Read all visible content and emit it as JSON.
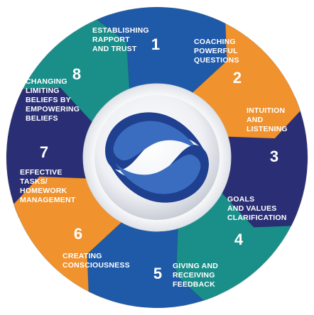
{
  "diagram": {
    "segments": [
      {
        "number": "1",
        "lines": [
          "ESTABLISHING",
          "RAPPORT",
          "AND TRUST"
        ],
        "color": "#1f5aa8"
      },
      {
        "number": "2",
        "lines": [
          "COACHING",
          "POWERFUL",
          "QUESTIONS"
        ],
        "color": "#f0922e"
      },
      {
        "number": "3",
        "lines": [
          "INTUITION",
          "AND",
          "LISTENING"
        ],
        "color": "#2a2f75"
      },
      {
        "number": "4",
        "lines": [
          "GOALS",
          "AND VALUES",
          "CLARIFICATION"
        ],
        "color": "#1a8f8a"
      },
      {
        "number": "5",
        "lines": [
          "GIVING AND",
          "RECEIVING",
          "FEEDBACK"
        ],
        "color": "#1f5aa8"
      },
      {
        "number": "6",
        "lines": [
          "CREATING",
          "CONSCIOUSNESS"
        ],
        "color": "#f0922e"
      },
      {
        "number": "7",
        "lines": [
          "EFFECTIVE",
          "TASKS/",
          "HOMEWORK",
          "MANAGEMENT"
        ],
        "color": "#2a2f75"
      },
      {
        "number": "8",
        "lines": [
          "CHANGING",
          "LIMITING",
          "BELIEFS BY",
          "EMPOWERING",
          "BELIEFS"
        ],
        "color": "#1a8f8a"
      }
    ],
    "logo": {
      "name": "swirl-logo",
      "primary_color": "#1f3f8f",
      "secondary_color": "#3a6cc0"
    }
  }
}
